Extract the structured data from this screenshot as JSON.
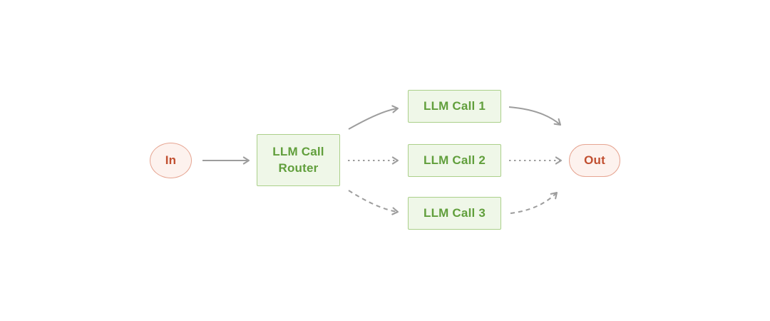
{
  "diagram": {
    "nodes": {
      "input": {
        "label": "In"
      },
      "router": {
        "label": "LLM Call Router"
      },
      "call1": {
        "label": "LLM Call 1"
      },
      "call2": {
        "label": "LLM Call 2"
      },
      "call3": {
        "label": "LLM Call 3"
      },
      "output": {
        "label": "Out"
      }
    },
    "edges": [
      {
        "from": "In",
        "to": "LLM Call Router",
        "style": "solid"
      },
      {
        "from": "LLM Call Router",
        "to": "LLM Call 1",
        "style": "solid"
      },
      {
        "from": "LLM Call Router",
        "to": "LLM Call 2",
        "style": "dotted"
      },
      {
        "from": "LLM Call Router",
        "to": "LLM Call 3",
        "style": "dashed"
      },
      {
        "from": "LLM Call 1",
        "to": "Out",
        "style": "solid"
      },
      {
        "from": "LLM Call 2",
        "to": "Out",
        "style": "dotted"
      },
      {
        "from": "LLM Call 3",
        "to": "Out",
        "style": "dashed"
      }
    ]
  },
  "colors": {
    "node_green_fill": "#eff7e8",
    "node_green_border": "#abd08a",
    "node_green_text": "#619f3c",
    "node_red_fill": "#fdf2ee",
    "node_red_border": "#e6a592",
    "node_red_text": "#c14f30",
    "arrow": "#9d9d9d",
    "background": "#ffffff"
  }
}
